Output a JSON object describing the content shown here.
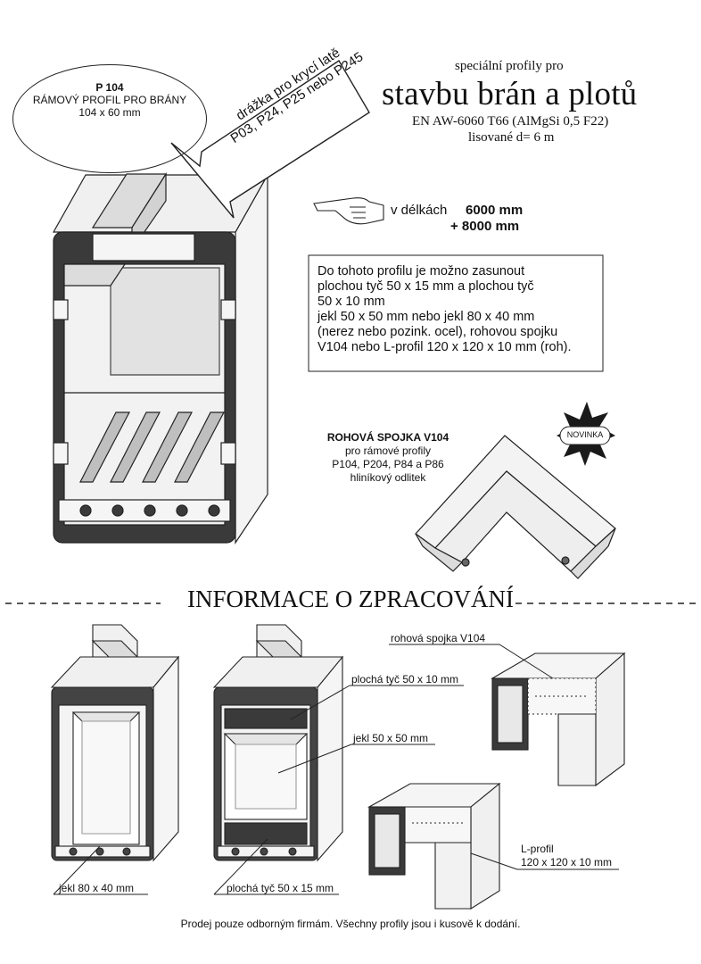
{
  "profile_box": {
    "code": "P 104",
    "name": "RÁMOVÝ PROFIL PRO BRÁNY",
    "size": "104 x 60 mm"
  },
  "header": {
    "subtitle": "speciální profily pro",
    "title": "stavbu brán a plotů",
    "spec_line1": "EN AW-6060 T66 (AlMgSi 0,5 F22)",
    "spec_line2": "lisované  d= 6 m"
  },
  "arrow_text": {
    "line1": "drážka pro krycí latě",
    "line2": "P03, P24, P25 nebo P245"
  },
  "lengths": {
    "label": "v délkách",
    "value1": "6000 mm",
    "value2": "+  8000 mm"
  },
  "info_lines": [
    "Do tohoto profilu je možno zasunout",
    "plochou tyč 50 x 15 mm a plochou tyč",
    "50 x 10 mm",
    "jekl 50 x 50 mm nebo jekl 80 x 40 mm",
    "(nerez nebo pozink. ocel), rohovou spojku",
    "V104 nebo L-profil 120 x 120 x 10 mm (roh)."
  ],
  "corner_joint": {
    "title": "ROHOVÁ SPOJKA V104",
    "line1": "pro rámové profily",
    "line2": "P104, P204, P84 a P86",
    "line3": "hliníkový odlitek",
    "badge": "NOVINKA"
  },
  "section_title": "INFORMACE O ZPRACOVÁNÍ",
  "labels": {
    "rohova_spojka": "rohová spojka V104",
    "plocha_10": "plochá tyč 50 x 10 mm",
    "jekl_50": "jekl 50 x 50 mm",
    "jekl_80": "jekl 80 x 40 mm",
    "plocha_15": "plochá tyč 50 x 15 mm",
    "lprofil_1": "L-profil",
    "lprofil_2": "120 x 120 x 10 mm"
  },
  "footer": "Prodej pouze odborným firmám. Všechny profily jsou i kusově k dodání.",
  "colors": {
    "profile_fill": "#e9e9e9",
    "profile_dark": "#3a3a3a",
    "line": "#222222"
  }
}
